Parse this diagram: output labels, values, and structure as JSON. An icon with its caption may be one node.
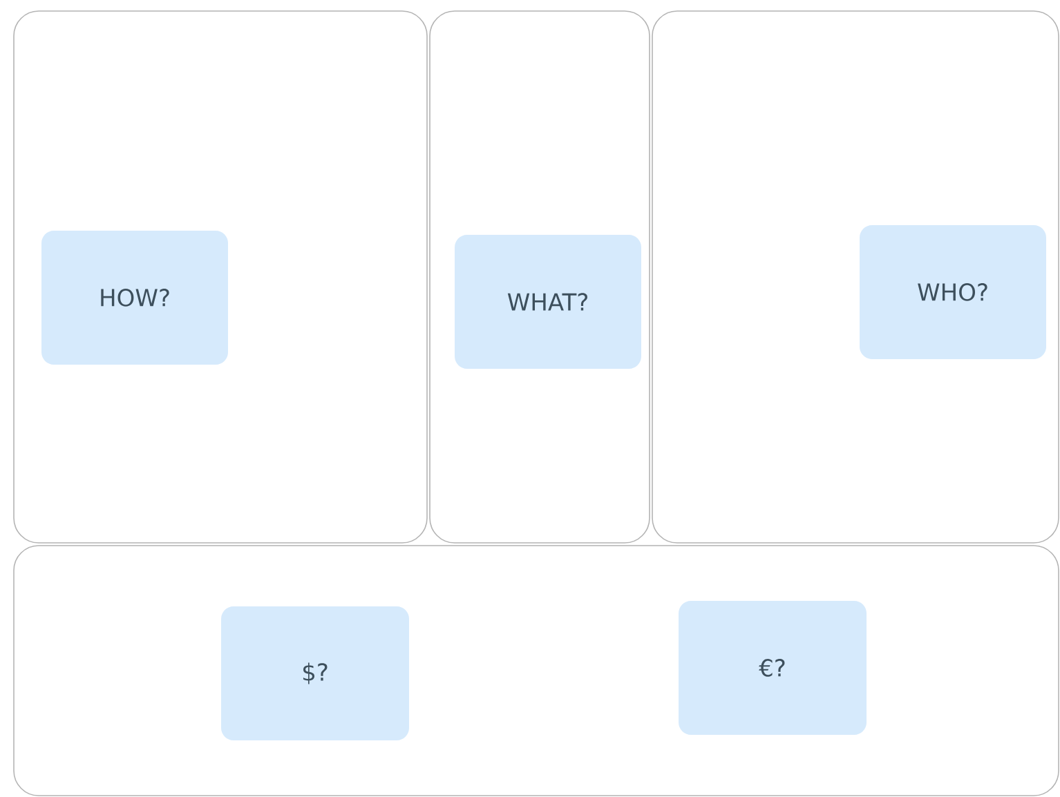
{
  "diagram": {
    "nodes": [
      {
        "text": [],
        "shape": "box"
      },
      {
        "text": [
          "HOW?"
        ],
        "in": 0
      },
      {
        "text": [],
        "shape": "box"
      },
      {
        "text": [
          "WHAT?"
        ],
        "in": 2
      },
      {
        "text": [],
        "shape": "box"
      },
      {
        "text": [
          "WHO?"
        ],
        "in": 4
      },
      {
        "text": [],
        "shape": "box"
      },
      {
        "text": [
          "$?"
        ],
        "in": 6
      },
      {
        "text": [
          "€?"
        ],
        "in": 6
      }
    ]
  }
}
